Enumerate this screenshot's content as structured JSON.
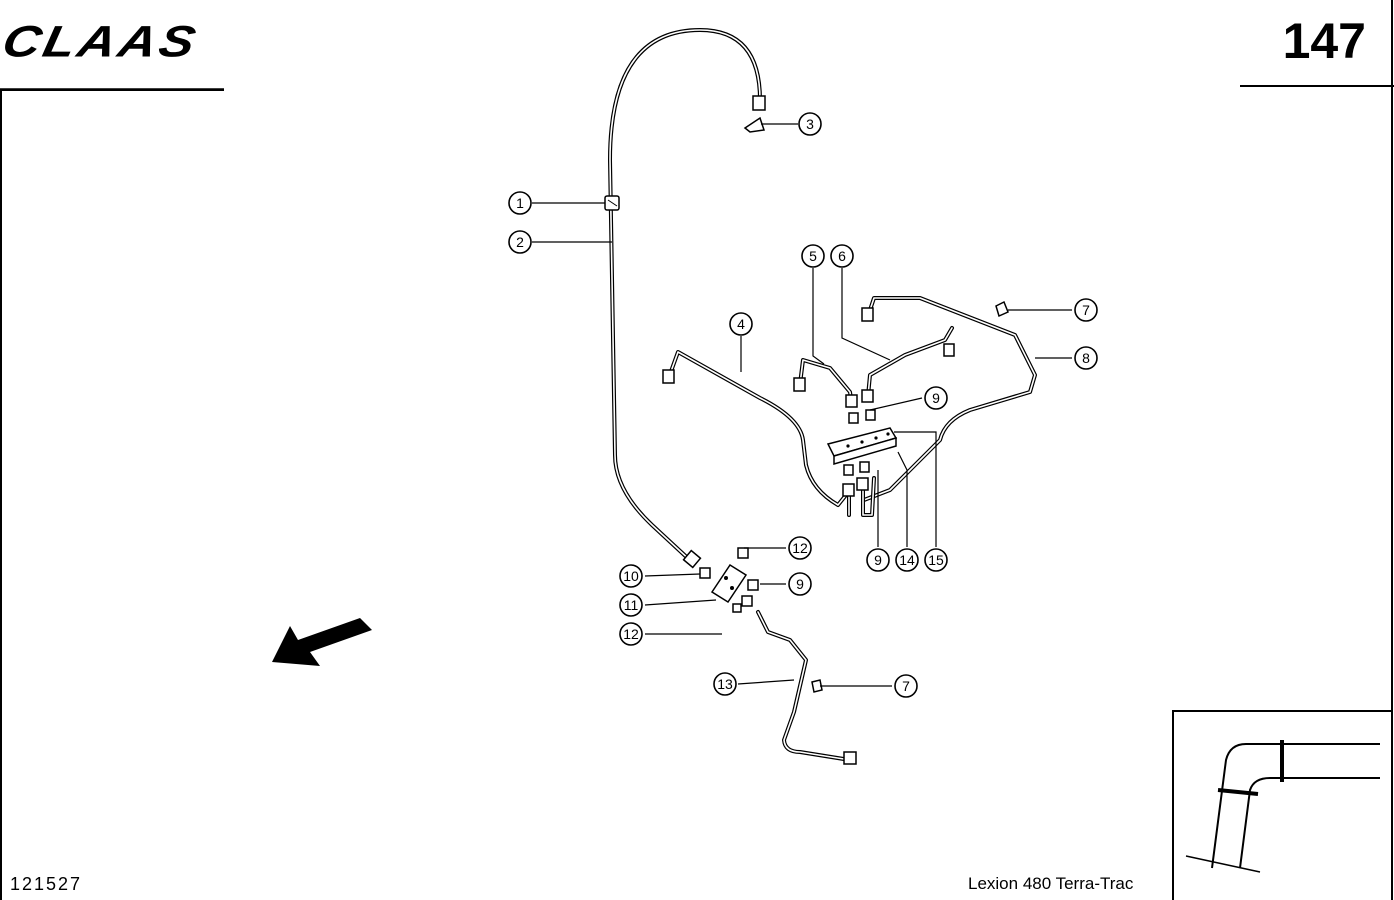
{
  "header": {
    "brand": "CLAAS",
    "page_number": "147"
  },
  "footer": {
    "document_number": "121527",
    "model": "Lexion 480 Terra-Trac"
  },
  "callouts": [
    {
      "label": "1"
    },
    {
      "label": "2"
    },
    {
      "label": "3"
    },
    {
      "label": "4"
    },
    {
      "label": "5"
    },
    {
      "label": "6"
    },
    {
      "label": "7"
    },
    {
      "label": "8"
    },
    {
      "label": "9"
    },
    {
      "label": "9"
    },
    {
      "label": "9"
    },
    {
      "label": "14"
    },
    {
      "label": "15"
    },
    {
      "label": "12"
    },
    {
      "label": "10"
    },
    {
      "label": "11"
    },
    {
      "label": "12"
    },
    {
      "label": "13"
    },
    {
      "label": "7"
    }
  ]
}
